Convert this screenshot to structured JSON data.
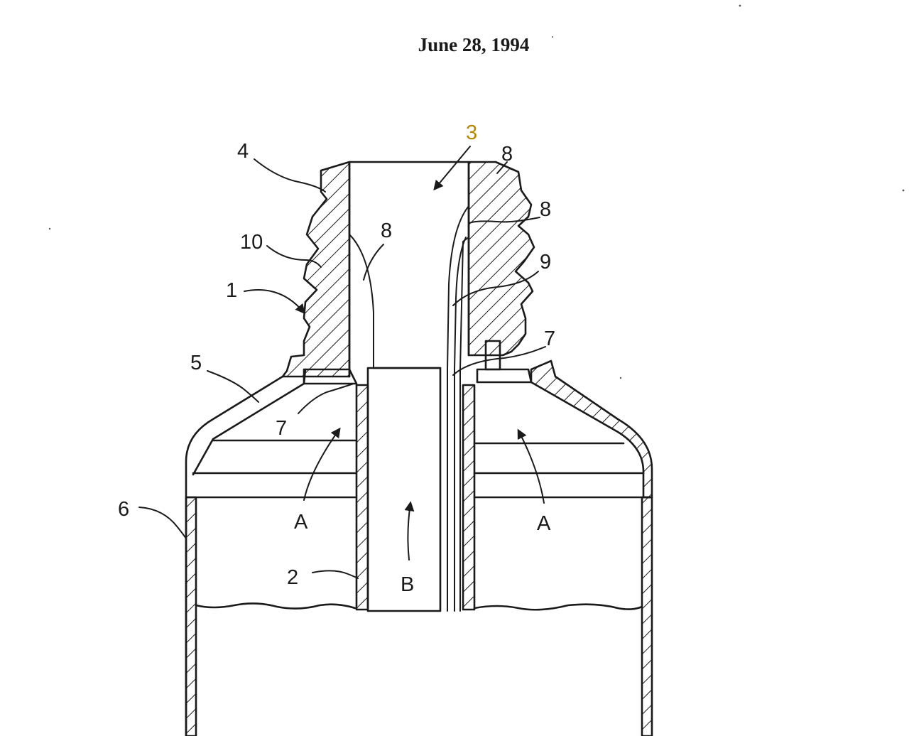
{
  "header": {
    "date": "June 28, 1994"
  },
  "labels": {
    "l3": "3",
    "l4": "4",
    "l8_top": "8",
    "l8_right": "8",
    "l8_left": "8",
    "l10": "10",
    "l1": "1",
    "l9": "9",
    "l5": "5",
    "l7_right": "7",
    "l7_left": "7",
    "l6": "6",
    "lA_left": "A",
    "lA_right": "A",
    "l2": "2",
    "lB": "B"
  },
  "colors": {
    "line": "#1a1a1a",
    "highlight_label": "#b58900"
  }
}
